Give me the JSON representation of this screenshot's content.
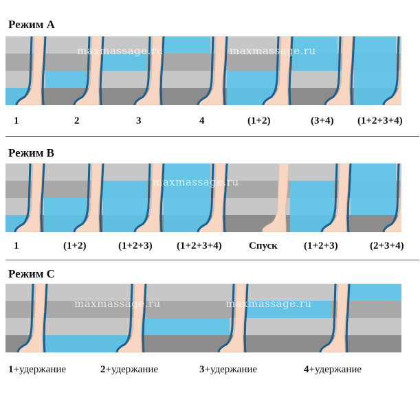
{
  "watermark": "maxmassage.ru",
  "colors": {
    "band_light": "#c7c7c7",
    "band_mid": "#a9a9a9",
    "band_dark": "#8c8c8c",
    "fill_blue": "#5cc4ea",
    "fill_blue_light": "#8fd8f2",
    "cuff_outline": "#1f5f8a",
    "skin": "#f7d7c4"
  },
  "modes": [
    {
      "title": "Режим A",
      "labels": [
        "1",
        "2",
        "3",
        "4",
        "(1+2)",
        "(3+4)",
        "(1+2+3+4)"
      ],
      "fills": [
        [
          1
        ],
        [
          2
        ],
        [
          3
        ],
        [
          4
        ],
        [
          1,
          2
        ],
        [
          3,
          4
        ],
        [
          1,
          2,
          3,
          4
        ]
      ]
    },
    {
      "title": "Режим B",
      "labels": [
        "1",
        "(1+2)",
        "(1+2+3)",
        "(1+2+3+4)",
        "Спуск",
        "(1+2+3)",
        "(2+3+4)"
      ],
      "fills": [
        [
          1
        ],
        [
          1,
          2
        ],
        [
          1,
          2,
          3
        ],
        [
          1,
          2,
          3,
          4
        ],
        [],
        [
          1,
          2,
          3
        ],
        [
          2,
          3,
          4
        ]
      ]
    },
    {
      "title": "Режим C",
      "hold_labels": [
        {
          "num": "1",
          "text": "+удержание"
        },
        {
          "num": "2",
          "text": "+удержание"
        },
        {
          "num": "3",
          "text": "+удержание"
        },
        {
          "num": "4",
          "text": "+удержание"
        }
      ],
      "fills": [
        [
          1
        ],
        [
          2
        ],
        [
          3
        ],
        [
          4
        ]
      ]
    }
  ]
}
